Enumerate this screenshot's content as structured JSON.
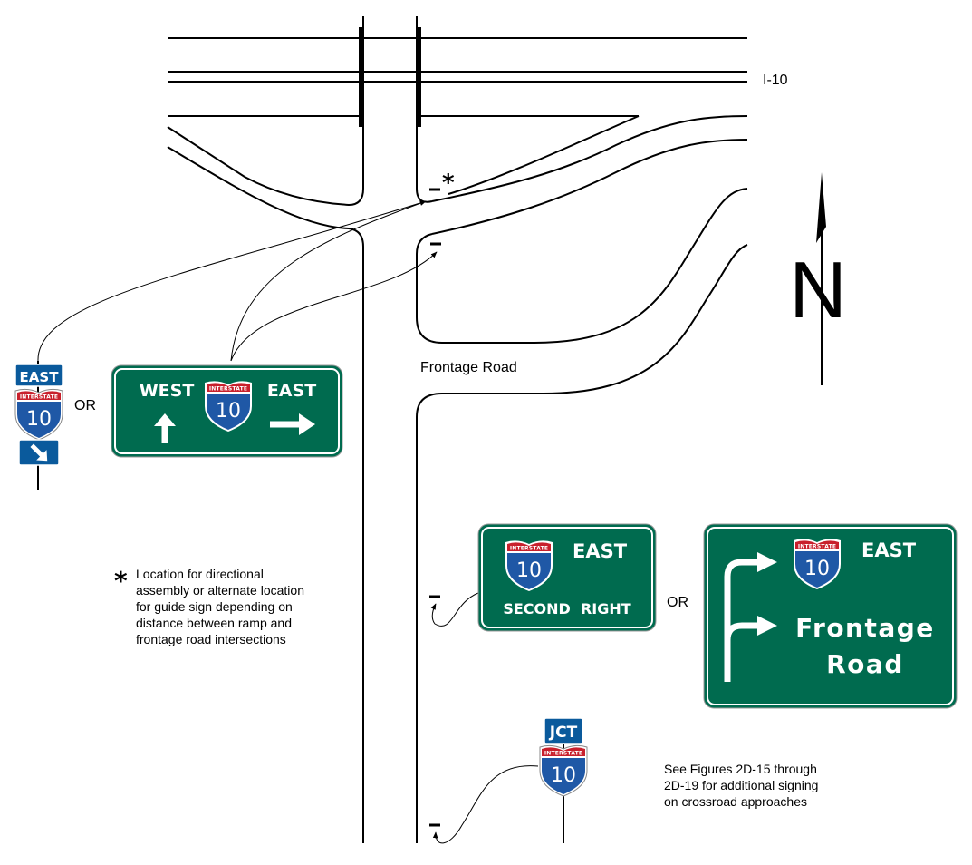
{
  "labels": {
    "highway": "I-10",
    "frontage_road": "Frontage Road",
    "or_left": "OR",
    "or_right": "OR",
    "north": "N",
    "asterisk": "*"
  },
  "note_asterisk": {
    "line1": "Location for directional",
    "line2": "assembly or alternate location",
    "line3": "for guide sign depending on",
    "line4": "distance between ramp and",
    "line5": "frontage road intersections"
  },
  "note_figures": {
    "line1": "See Figures 2D-15 through",
    "line2": "2D-19 for additional signing",
    "line3": "on crossroad approaches"
  },
  "shield": {
    "word": "INTERSTATE",
    "number": "10"
  },
  "assembly": {
    "direction": "EAST"
  },
  "sign_west_east": {
    "left": "WEST",
    "right": "EAST"
  },
  "sign_second_right": {
    "direction": "EAST",
    "bottom": "SECOND  RIGHT"
  },
  "sign_frontage": {
    "direction": "EAST",
    "line1": "Frontage",
    "line2": "Road"
  },
  "jct": {
    "label": "JCT"
  },
  "colors": {
    "guide_green": "#006b4f",
    "route_blue": "#0a5a9c",
    "shield_blue": "#1f58a6",
    "shield_red": "#c8202c",
    "line": "#000000"
  }
}
